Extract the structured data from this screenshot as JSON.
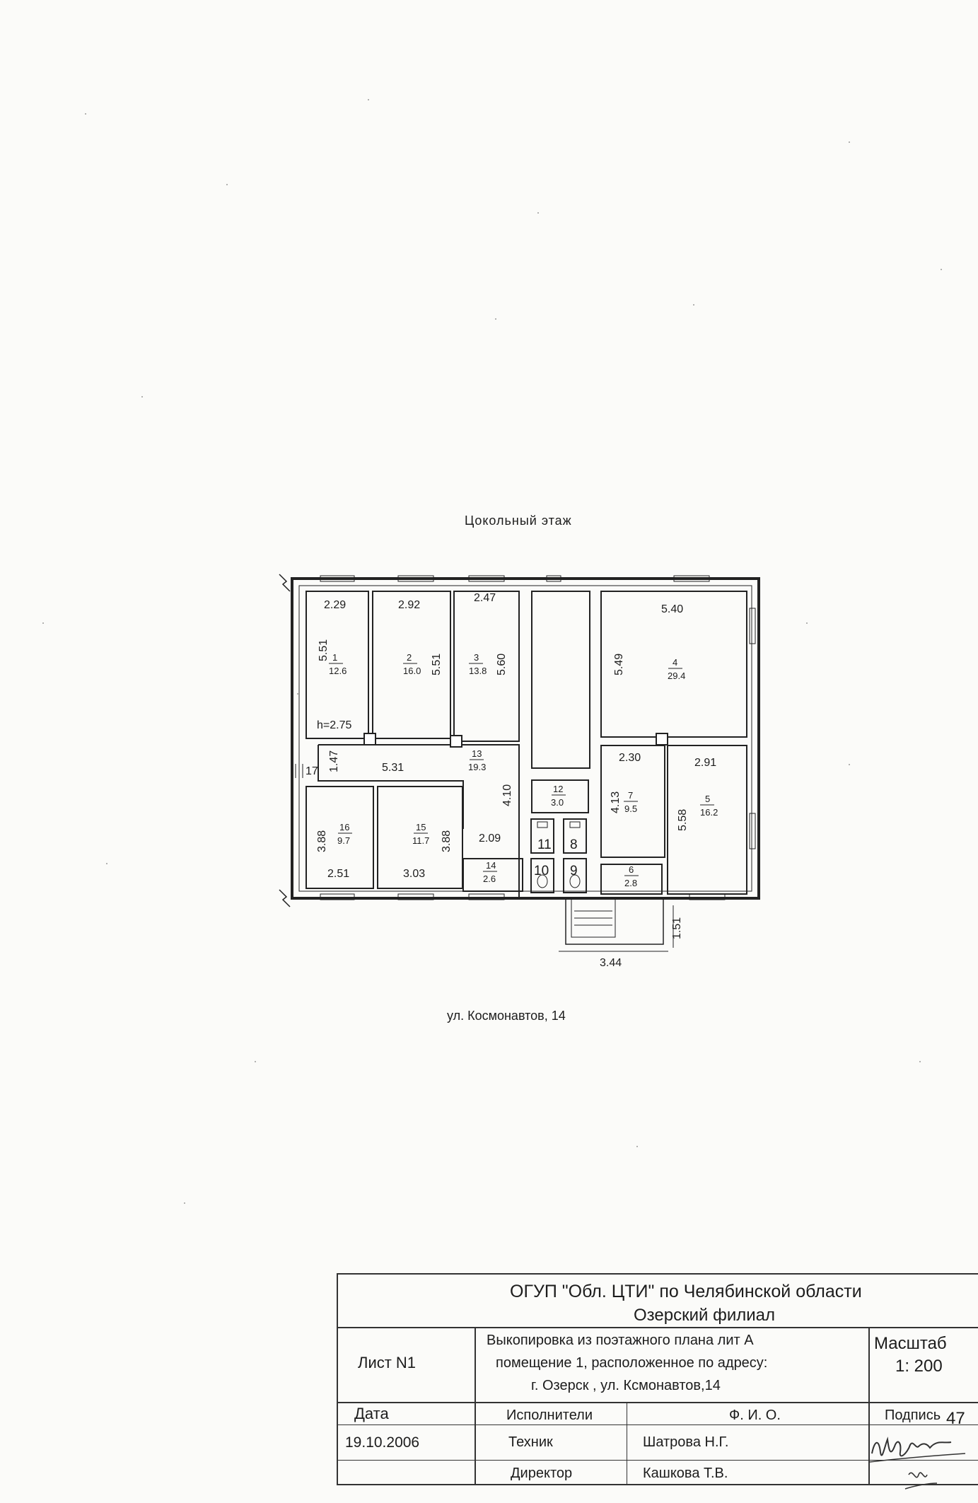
{
  "plan": {
    "title": "Цокольный этаж",
    "street_caption": "ул. Космонавтов, 14",
    "height_mark": "h=2.75",
    "rooms": [
      {
        "number": "1",
        "area": "12.6",
        "width": "2.29",
        "length": "5.51"
      },
      {
        "number": "2",
        "area": "16.0",
        "width": "2.92",
        "length": "5.51"
      },
      {
        "number": "3",
        "area": "13.8",
        "width": "2.47",
        "length": "5.60"
      },
      {
        "number": "4",
        "area": "29.4",
        "width": "5.40",
        "length": "5.49"
      },
      {
        "number": "5",
        "area": "16.2",
        "width": "2.91",
        "length": "5.58"
      },
      {
        "number": "6",
        "area": "2.8"
      },
      {
        "number": "7",
        "area": "9.5",
        "width": "2.30",
        "length": "4.13"
      },
      {
        "number": "8"
      },
      {
        "number": "9"
      },
      {
        "number": "10"
      },
      {
        "number": "11"
      },
      {
        "number": "12",
        "area": "3.0"
      },
      {
        "number": "13",
        "area": "19.3",
        "width": "5.31",
        "length": "1.47",
        "extra": "4.10",
        "extra2": "2.09"
      },
      {
        "number": "14",
        "area": "2.6"
      },
      {
        "number": "15",
        "area": "11.7",
        "width": "3.03",
        "length": "3.88"
      },
      {
        "number": "16",
        "area": "9.7",
        "width": "2.51",
        "length": "3.88"
      }
    ],
    "side_dim": "17",
    "porch_width": "3.44",
    "porch_depth": "1.51"
  },
  "stamp": {
    "organization": "ОГУП \"Обл. ЦТИ\" по Челябинской области",
    "branch": "Озерский филиал",
    "sheet": "Лист N1",
    "description_1": "Выкопировка из поэтажного плана лит А",
    "description_2": "помещение 1, расположенное по адресу:",
    "description_3": "г. Озерск , ул. Ксмонавтов,14",
    "scale_label": "Масштаб",
    "scale_value": "1: 200",
    "date_label": "Дата",
    "date_value": "19.10.2006",
    "performers_label": "Исполнители",
    "name_label": "Ф. И. О.",
    "signature_label": "Подпись",
    "page_mark": "47",
    "role_1": "Техник",
    "person_1": "Шатрова Н.Г.",
    "role_2": "Директор",
    "person_2": "Кашкова Т.В."
  }
}
